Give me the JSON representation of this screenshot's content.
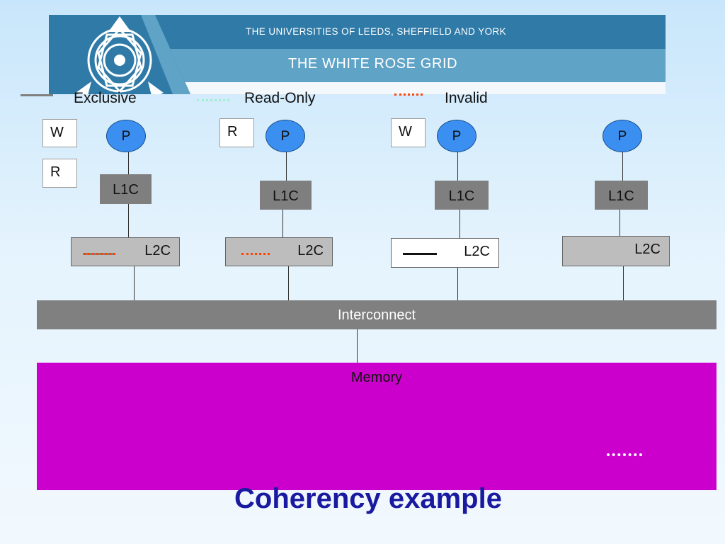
{
  "banner": {
    "line1": "THE UNIVERSITIES OF LEEDS, SHEFFIELD AND YORK",
    "line2": "THE WHITE ROSE GRID"
  },
  "legend": {
    "exclusive": "Exclusive",
    "read_only": "Read-Only",
    "invalid": "Invalid"
  },
  "nodes": [
    {
      "proc": "P",
      "l1": "L1C",
      "l2": "L2C",
      "ops": [
        "W",
        "R"
      ]
    },
    {
      "proc": "P",
      "l1": "L1C",
      "l2": "L2C",
      "ops": [
        "R"
      ]
    },
    {
      "proc": "P",
      "l1": "L1C",
      "l2": "L2C",
      "ops": [
        "W"
      ]
    },
    {
      "proc": "P",
      "l1": "L1C",
      "l2": "L2C",
      "ops": []
    }
  ],
  "interconnect": "Interconnect",
  "memory": "Memory",
  "title": "Coherency example",
  "colors": {
    "exclusive": "#808080",
    "read_only": "#9ff0d0",
    "invalid": "#ff4400",
    "memory": "#cc00cc",
    "processor": "#3b8ff0",
    "title": "#1a1aa0"
  }
}
